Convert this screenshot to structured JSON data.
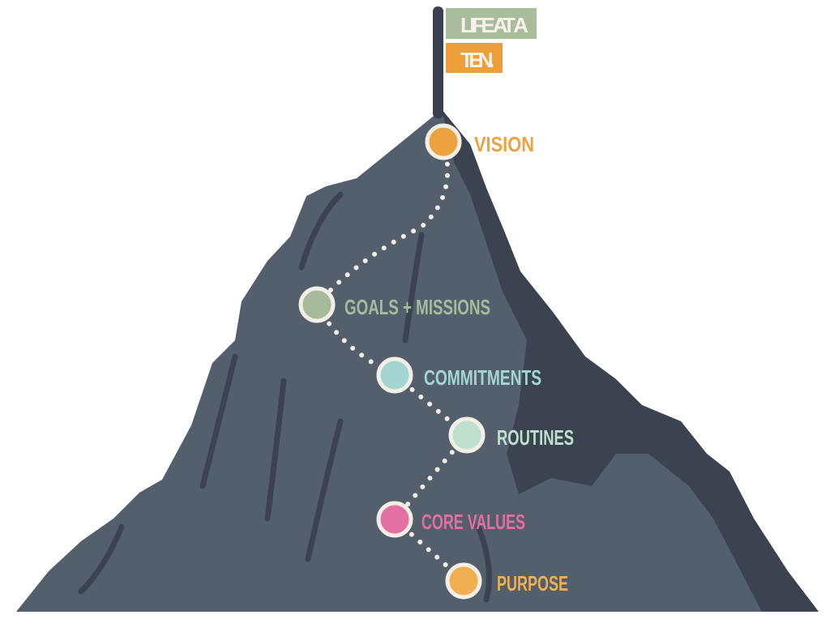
{
  "flag": {
    "line1": "LIFE AT A",
    "line2": "TEN."
  },
  "steps": [
    {
      "label": "VISION",
      "color": "#eda240"
    },
    {
      "label": "GOALS + MISSIONS",
      "color": "#a7bb9c"
    },
    {
      "label": "COMMITMENTS",
      "color": "#a3d6d3"
    },
    {
      "label": "ROUTINES",
      "color": "#bfe0cf"
    },
    {
      "label": "CORE VALUES",
      "color": "#e46fa2"
    },
    {
      "label": "PURPOSE",
      "color": "#f0b04f"
    }
  ]
}
